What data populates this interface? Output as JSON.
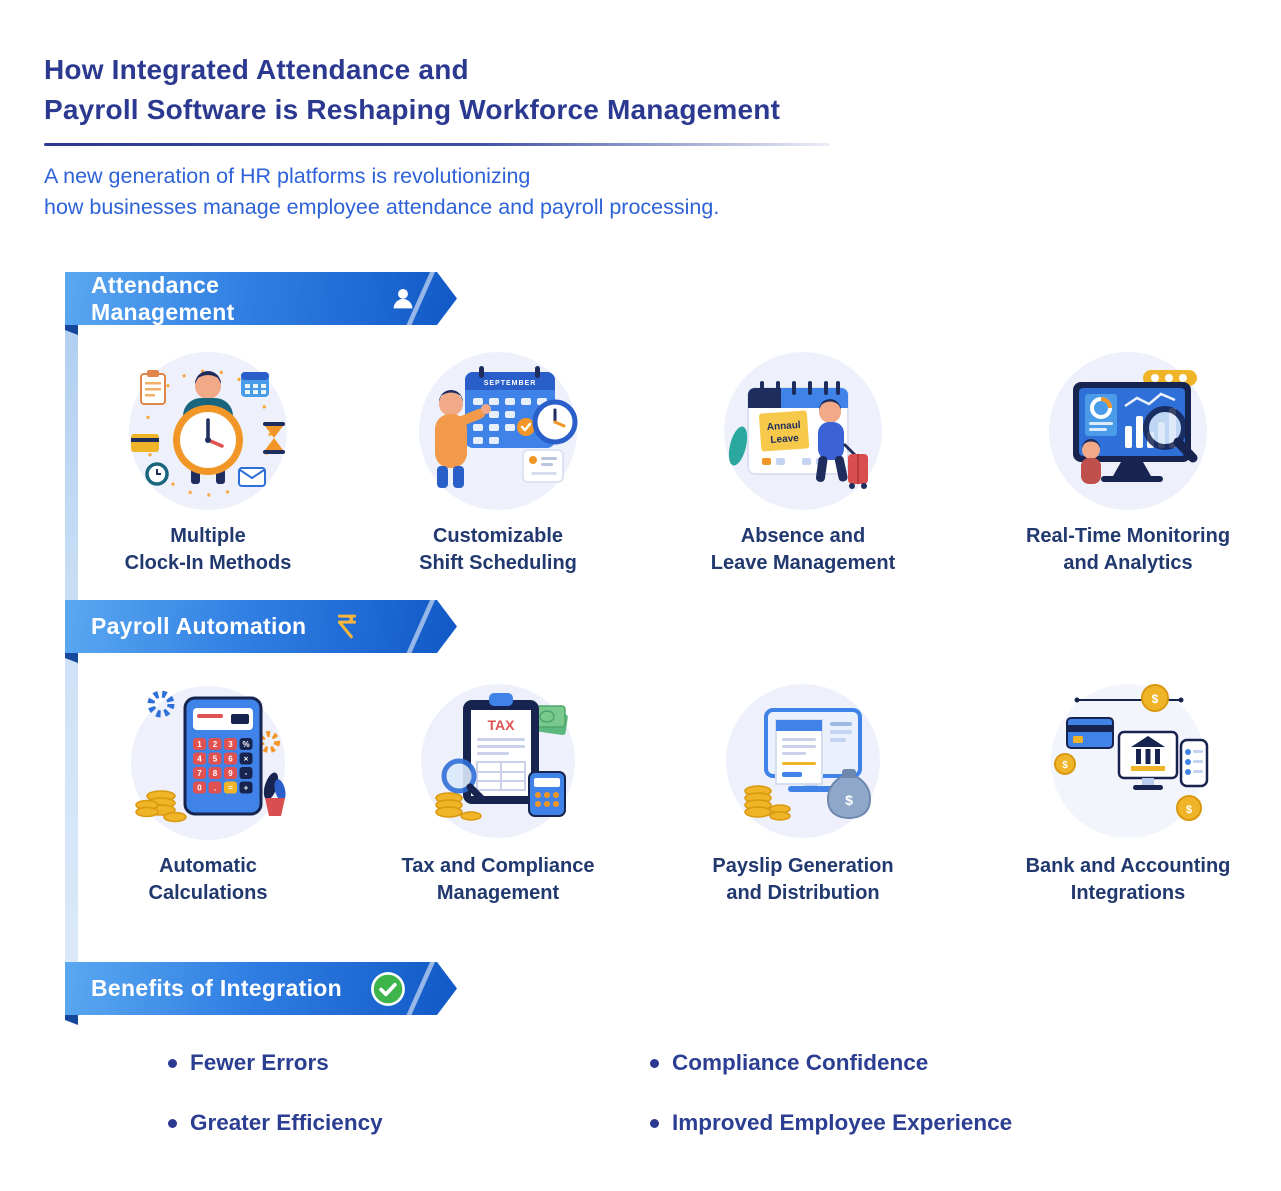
{
  "header": {
    "title_line1": "How Integrated Attendance and",
    "title_line2": "Payroll Software is Reshaping Workforce Management",
    "subtitle_line1": "A new generation of HR platforms is revolutionizing",
    "subtitle_line2": "how businesses manage employee attendance and payroll processing."
  },
  "sections": {
    "attendance": {
      "title": "Attendance Management",
      "items": [
        {
          "line1": "Multiple",
          "line2": "Clock-In Methods"
        },
        {
          "line1": "Customizable",
          "line2": "Shift Scheduling"
        },
        {
          "line1": "Absence and",
          "line2": "Leave Management"
        },
        {
          "line1": "Real-Time Monitoring",
          "line2": "and Analytics"
        }
      ]
    },
    "payroll": {
      "title": "Payroll Automation",
      "items": [
        {
          "line1": "Automatic",
          "line2": "Calculations"
        },
        {
          "line1": "Tax and Compliance",
          "line2": "Management"
        },
        {
          "line1": "Payslip Generation",
          "line2": "and Distribution"
        },
        {
          "line1": "Bank and Accounting",
          "line2": "Integrations"
        }
      ]
    },
    "benefits": {
      "title": "Benefits of Integration",
      "items": [
        "Fewer Errors",
        "Compliance Confidence",
        "Greater Efficiency",
        "Improved Employee Experience"
      ]
    }
  },
  "illustrations": {
    "calendar_month": "SEPTEMBER",
    "leave_note_line1": "Annaul",
    "leave_note_line2": "Leave",
    "tax_label": "TAX",
    "dollar": "$",
    "calc_keys": [
      "1",
      "2",
      "3",
      "%",
      "4",
      "5",
      "6",
      "×",
      "7",
      "8",
      "9",
      "-",
      "0",
      ".",
      "=",
      "+"
    ]
  },
  "colors": {
    "title_navy": "#2b3990",
    "subtitle_blue": "#2e62d9",
    "ribbon_blue_start": "#5aa8f0",
    "ribbon_blue_end": "#1159c6",
    "accent_gold": "#f0b429",
    "accent_orange": "#f29727",
    "check_green": "#3db54a"
  }
}
